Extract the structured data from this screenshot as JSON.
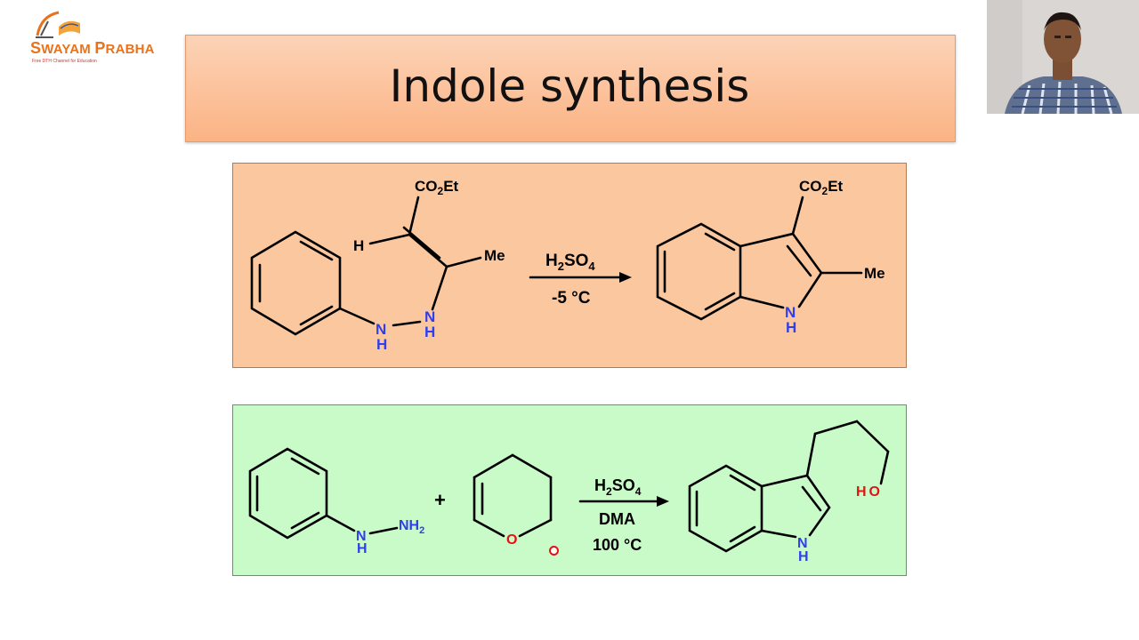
{
  "logo": {
    "name_part1": "S",
    "name_part2": "WAYAM ",
    "name_part3": "P",
    "name_part4": "RABHA",
    "tagline": "Free DTH Channel for Education"
  },
  "slide": {
    "title": "Indole synthesis"
  },
  "reaction1": {
    "reactant_labels": {
      "co2et": "CO2Et",
      "h": "H",
      "me": "Me",
      "nh1": "N",
      "h1": "H",
      "nh2": "N",
      "h2": "H"
    },
    "reagent": "H2SO4",
    "condition": "-5 °C",
    "product_labels": {
      "co2et": "CO2Et",
      "me": "Me",
      "n": "N",
      "h": "H"
    }
  },
  "reaction2": {
    "reactant1_labels": {
      "n": "N",
      "h": "H",
      "nh2": "NH2"
    },
    "plus": "+",
    "reactant2_labels": {
      "o": "O"
    },
    "reagent": "H2SO4",
    "solvent": "DMA",
    "temperature": "100 °C",
    "product_labels": {
      "n": "N",
      "h": "H",
      "ho": "HO"
    }
  },
  "colors": {
    "title_box": "#fbb384",
    "panel1": "#fbc79f",
    "panel2": "#c9fbc9",
    "nitrogen": "#2f3ff0",
    "oxygen": "#e01414"
  }
}
